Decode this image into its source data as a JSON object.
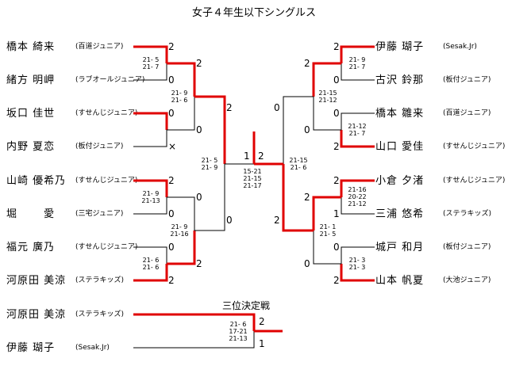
{
  "title": "女子４年生以下シングルス",
  "third_place_label": "三位決定戦",
  "left_players": [
    {
      "name": "橋本 綺来",
      "club": "(百道ジュニア)"
    },
    {
      "name": "緒方 明岬",
      "club": "(ラブオールジュニア)"
    },
    {
      "name": "坂口 佳世",
      "club": "(すせんじジュニア)"
    },
    {
      "name": "内野 夏恋",
      "club": "(板付ジュニア)"
    },
    {
      "name": "山崎 優希乃",
      "club": "(すせんじジュニア)"
    },
    {
      "name": "堀　　 愛",
      "club": "(三宅ジュニア)"
    },
    {
      "name": "福元 廣乃",
      "club": "(すせんじジュニア)"
    },
    {
      "name": "河原田 美涼",
      "club": "(ステラキッズ)"
    }
  ],
  "right_players": [
    {
      "name": "伊藤 瑚子",
      "club": "(Sesak.Jr)"
    },
    {
      "name": "古沢 鈴那",
      "club": "(板付ジュニア)"
    },
    {
      "name": "橋本 雛来",
      "club": "(百道ジュニア)"
    },
    {
      "name": "山口 愛佳",
      "club": "(すせんじジュニア)"
    },
    {
      "name": "小倉 夕渚",
      "club": "(すせんじジュニア)"
    },
    {
      "name": "三浦 悠希",
      "club": "(ステラキッズ)"
    },
    {
      "name": "城戸 和月",
      "club": "(板付ジュニア)"
    },
    {
      "name": "山本 帆夏",
      "club": "(大池ジュニア)"
    }
  ],
  "third_place_players": [
    {
      "name": "河原田 美涼",
      "club": "(ステラキッズ)"
    },
    {
      "name": "伊藤 瑚子",
      "club": "(Sesak.Jr)"
    }
  ],
  "scores": {
    "L_r1_m1": [
      "2",
      "0"
    ],
    "L_r1_m2": [
      "0",
      "×"
    ],
    "L_r1_m3": [
      "2",
      "0"
    ],
    "L_r1_m4": [
      "0",
      "2"
    ],
    "L_r2_m1": [
      "2",
      "0"
    ],
    "L_r2_m2": [
      "0",
      "2"
    ],
    "L_r3": "2",
    "L_r3_bottom": "0",
    "final_left": "1",
    "final_right": "2",
    "R_r1_m1": [
      "2",
      "0"
    ],
    "R_r1_m2": [
      "0",
      "2"
    ],
    "R_r1_m3": [
      "2",
      "1"
    ],
    "R_r1_m4": [
      "0",
      "2"
    ],
    "R_r2_m1": [
      "2",
      "0"
    ],
    "R_r2_m2": [
      "2",
      "0"
    ],
    "R_r3": "0",
    "R_r3_bottom": "2",
    "third": [
      "2",
      "1"
    ]
  },
  "game_scores": {
    "L_r1_m1": "21- 5\n21- 7",
    "L_r1_m3": "21- 9\n21-13",
    "L_r1_m4": "21- 6\n21- 6",
    "L_r2_m1": "21- 9\n21- 6",
    "L_r2_m2": "21- 9\n21-16",
    "L_r3": "21- 5\n21- 9",
    "final": "15-21\n21-15\n21-17",
    "R_r1_m1": "21- 9\n21- 7",
    "R_r1_m2": "21-12\n21- 7",
    "R_r1_m3": "21-16\n20-22\n21-12",
    "R_r1_m4": "21- 3\n21- 3",
    "R_r2_m1": "21-15\n21-12",
    "R_r2_m2": "21- 1\n21- 5",
    "R_r3": "21-15\n21- 6",
    "third": "21- 6\n17-21\n21-13"
  },
  "colors": {
    "win_line": "#e00000",
    "line": "#000000"
  }
}
